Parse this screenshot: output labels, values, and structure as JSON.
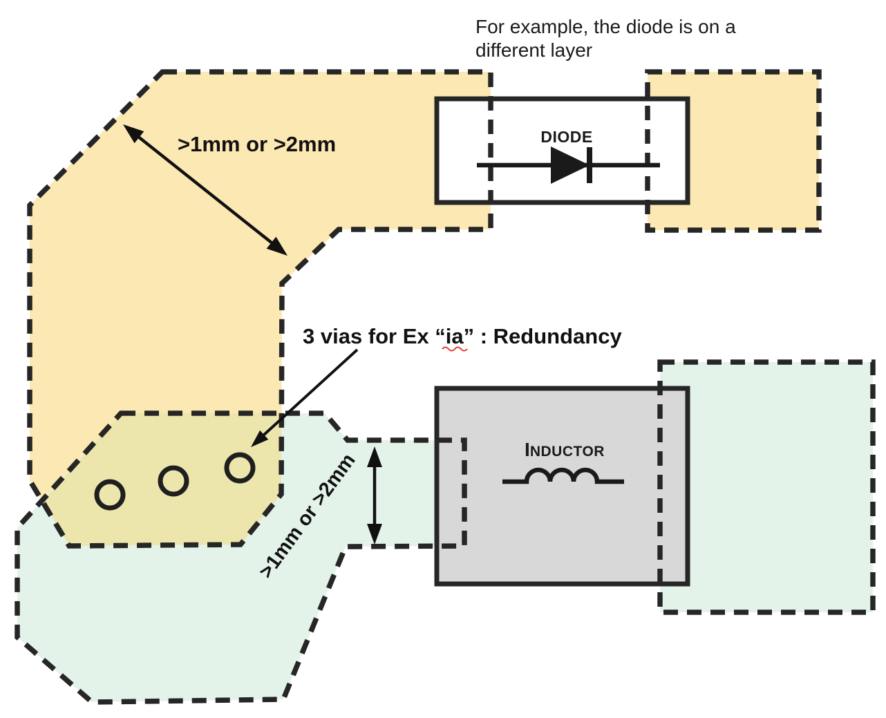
{
  "note": {
    "line1": "For example, the diode is on a",
    "line2": "different layer"
  },
  "annotations": {
    "clearance_diagonal": ">1mm or >2mm",
    "clearance_vertical": ">1mm or >2mm",
    "vias_note": "3 vias for Ex “ia” : Redundancy"
  },
  "components": {
    "diode_label": "DIODE",
    "inductor_label_initial": "I",
    "inductor_label_rest": "NDUCTOR"
  },
  "colors": {
    "zone_yellow": "#FBE8B2",
    "zone_green": "#E3F3EA",
    "zone_overlap": "#ECE6AC",
    "inductor_gray": "#D8D8D8",
    "diode_white": "#FFFFFF",
    "outline_dark": "#262626",
    "text_dark": "#1A1A1A",
    "spellcheck_red": "#E03A2F"
  }
}
